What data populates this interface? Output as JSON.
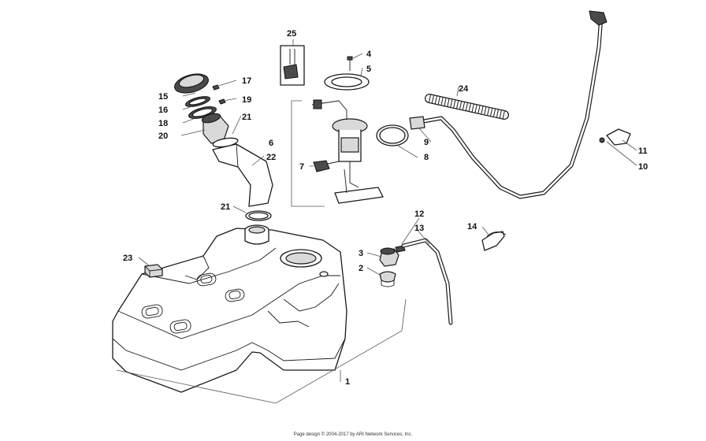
{
  "callouts": [
    {
      "id": "1",
      "label": "1"
    },
    {
      "id": "2",
      "label": "2"
    },
    {
      "id": "3",
      "label": "3"
    },
    {
      "id": "4",
      "label": "4"
    },
    {
      "id": "5",
      "label": "5"
    },
    {
      "id": "6",
      "label": "6"
    },
    {
      "id": "7",
      "label": "7"
    },
    {
      "id": "8",
      "label": "8"
    },
    {
      "id": "9",
      "label": "9"
    },
    {
      "id": "10",
      "label": "10"
    },
    {
      "id": "11",
      "label": "11"
    },
    {
      "id": "12",
      "label": "12"
    },
    {
      "id": "13",
      "label": "13"
    },
    {
      "id": "14",
      "label": "14"
    },
    {
      "id": "15",
      "label": "15"
    },
    {
      "id": "16",
      "label": "16"
    },
    {
      "id": "17",
      "label": "17"
    },
    {
      "id": "18",
      "label": "18"
    },
    {
      "id": "19",
      "label": "19"
    },
    {
      "id": "20",
      "label": "20"
    },
    {
      "id": "21a",
      "label": "21"
    },
    {
      "id": "21b",
      "label": "21"
    },
    {
      "id": "22",
      "label": "22"
    },
    {
      "id": "23",
      "label": "23"
    },
    {
      "id": "24",
      "label": "24"
    },
    {
      "id": "25",
      "label": "25"
    }
  ],
  "footer": {
    "text": "Page design © 2004-2017 by ARI Network Services, Inc."
  }
}
